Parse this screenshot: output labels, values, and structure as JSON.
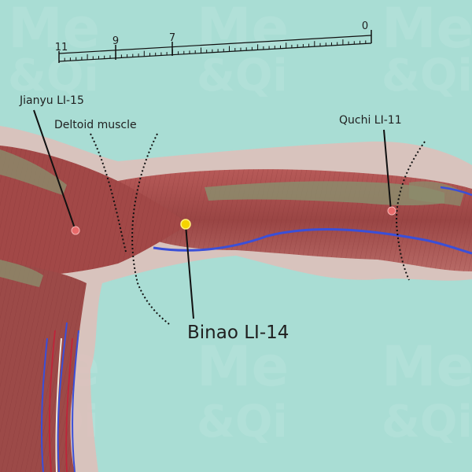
{
  "ruler": {
    "labels": [
      "11",
      "9",
      "7",
      "0"
    ]
  },
  "labels": {
    "jianyu": "Jianyu LI-15",
    "deltoid": "Deltoid muscle",
    "quchi": "Quchi LI-11",
    "binao": "Binao LI-14"
  },
  "watermark": {
    "line1": "Me",
    "line2": "&Qi"
  },
  "colors": {
    "background": "#a9ddd4",
    "skin": "#e8b9b5",
    "muscle": "#a64b4b",
    "bone": "#8b8c6c",
    "vein": "#3a4fd8",
    "artery": "#c0243a",
    "active_point": "#f5d400",
    "point": "#e86a6a",
    "line": "#111111"
  }
}
